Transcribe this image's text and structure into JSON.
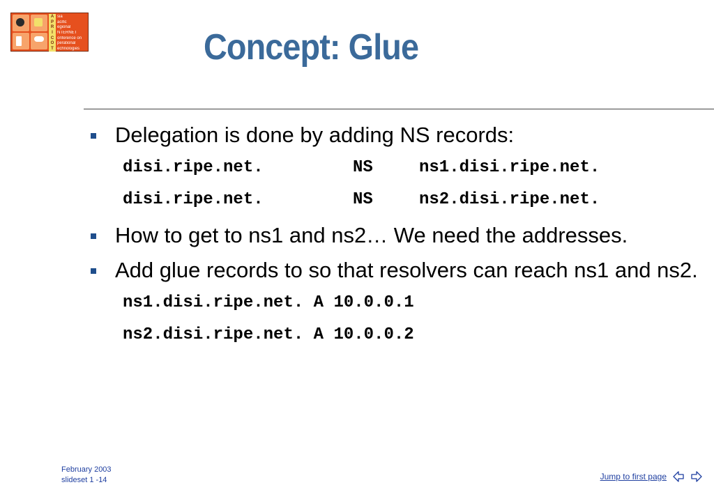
{
  "logo": {
    "letters": [
      "A",
      "P",
      "R",
      "I",
      "C",
      "O",
      "T"
    ],
    "words": [
      "sia",
      "acific",
      "egional",
      "NTERNET",
      "onference on",
      "perational",
      "echnologies"
    ]
  },
  "slide": {
    "title": "Concept: Glue",
    "bullet1": "Delegation is done by adding NS records:",
    "ns_records": [
      {
        "name": "disi.ripe.net.",
        "type": "NS",
        "value": "ns1.disi.ripe.net."
      },
      {
        "name": "disi.ripe.net.",
        "type": "NS",
        "value": "ns2.disi.ripe.net."
      }
    ],
    "bullet2": "How to get to ns1 and ns2… We need the addresses.",
    "bullet3": "Add glue records to so that resolvers can reach ns1 and ns2.",
    "glue_records": [
      "ns1.disi.ripe.net. A 10.0.0.1",
      "ns2.disi.ripe.net. A 10.0.0.2"
    ]
  },
  "footer": {
    "date": "February 2003",
    "slideset": "slideset 1 -14",
    "jump_link": "Jump to first page"
  },
  "colors": {
    "title": "#3b6a9a",
    "bullet": "#1f4e8c",
    "link": "#1f3fa0"
  },
  "icons": {
    "prev": "left-arrow-icon",
    "next": "right-arrow-icon"
  }
}
